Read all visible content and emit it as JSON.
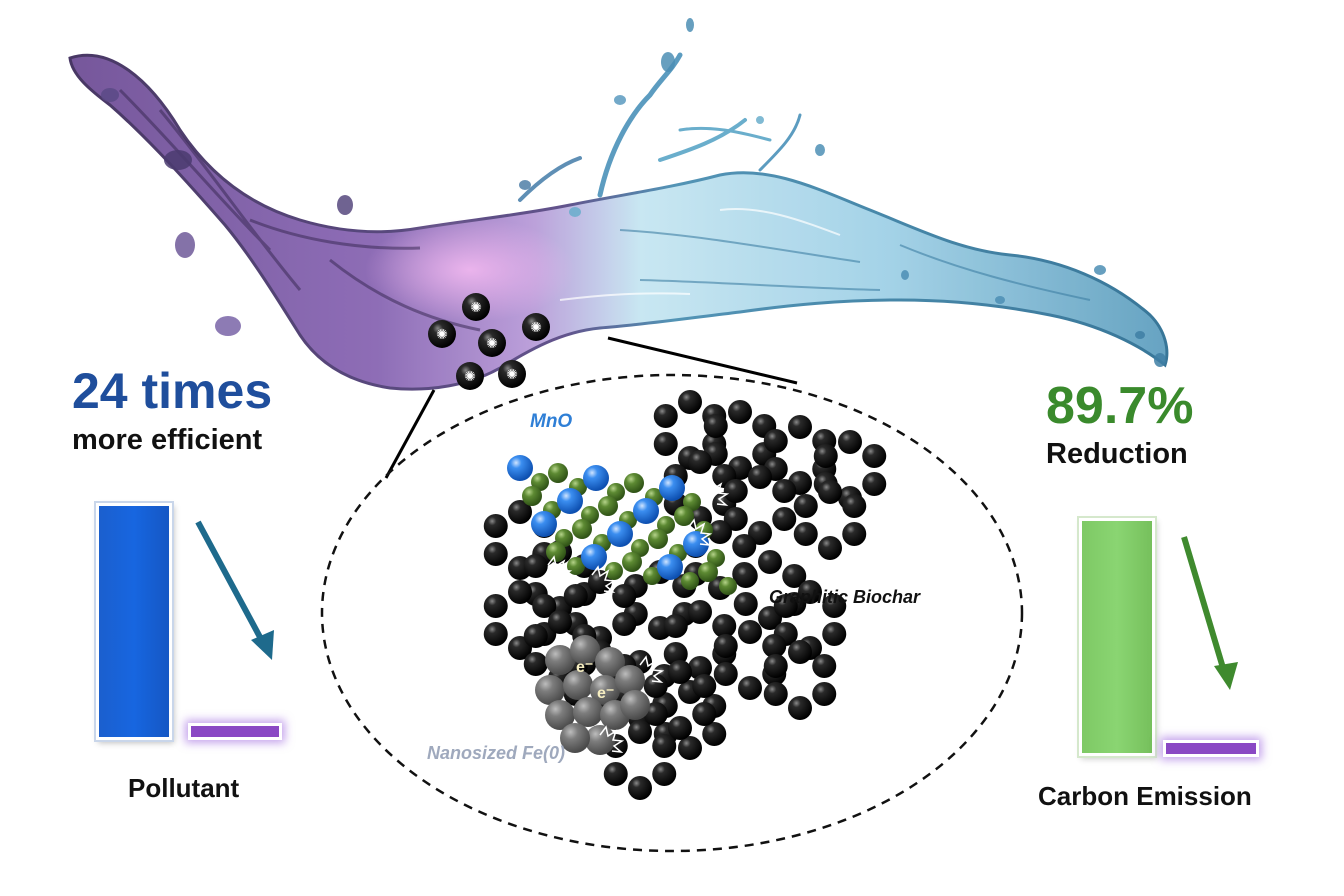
{
  "left_stat": {
    "value": "24 times",
    "subtitle": "more efficient",
    "caption": "Pollutant"
  },
  "right_stat": {
    "value": "89.7%",
    "subtitle": "Reduction",
    "caption": "Carbon Emission"
  },
  "labels": {
    "mno": "MnO",
    "biochar": "Graphitic Biochar",
    "fe": "Nanosized Fe(0)",
    "electron": "e⁻"
  },
  "colors": {
    "left_value": "#1f4e9c",
    "right_value": "#3a8a2c",
    "pollutant_bar": "#1766e0",
    "carbon_bar": "#86d06c",
    "after_bar": "#8a48c4",
    "left_arrow": "#1e6a8c",
    "right_arrow": "#3f8a2e",
    "mno_label": "#2f7fd6",
    "biochar_label": "#111111",
    "fe_label": "#9fa9bd",
    "carbon_atom": "#0a0a0a",
    "mn_atom": "#1f6fd8",
    "o_atom": "#4e7a2a",
    "fe_atom": "#7c7c7c",
    "water_purple": "#8e68b5",
    "water_blue": "#9fd0e6"
  }
}
